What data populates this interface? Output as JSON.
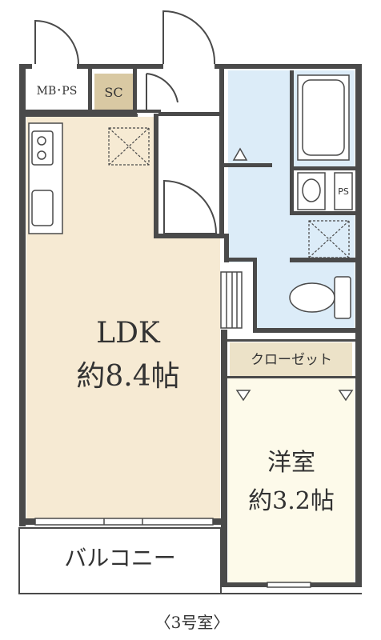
{
  "plan": {
    "rooms": {
      "ldk_name": "LDK",
      "ldk_size": "約8.4帖",
      "western_name": "洋室",
      "western_size": "約3.2帖",
      "closet": "クローゼット",
      "balcony": "バルコニー",
      "mbps": "MB･PS",
      "sc": "SC",
      "ps": "PS"
    },
    "caption": "〈3号室〉"
  },
  "colors": {
    "wall": "#4a4a4a",
    "ldk_floor": "#f6ead3",
    "western_floor": "#fdfaea",
    "wet_area": "#dcecf8",
    "closet_fill": "#ece2c8",
    "sc_fill": "#d9c9a3"
  }
}
